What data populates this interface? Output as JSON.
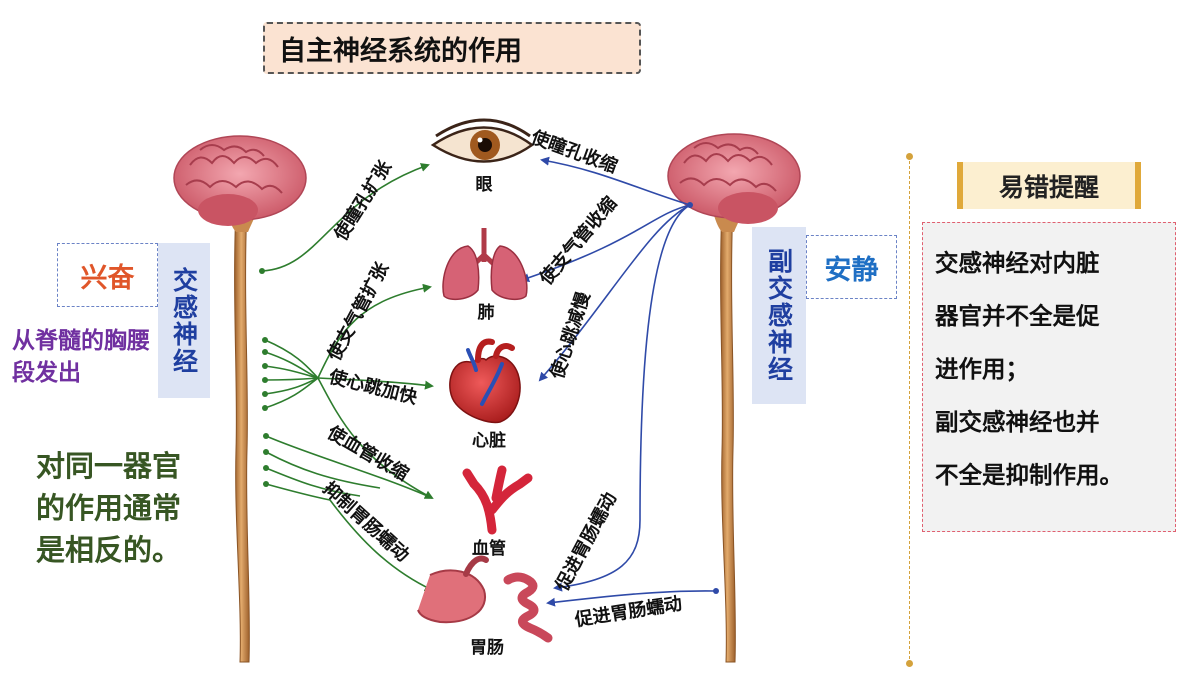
{
  "title": "自主神经系统的作用",
  "sympathetic": {
    "label": "交感神经",
    "state": "兴奋",
    "origin": "从脊髓的胸腰段发出"
  },
  "parasympathetic": {
    "label": "副交感神经",
    "state": "安静"
  },
  "note": "对同一器官的作用通常是相反的。",
  "organs": {
    "eye": "眼",
    "lung": "肺",
    "heart": "心脏",
    "vessel": "血管",
    "stomach": "胃肠"
  },
  "sympathetic_effects": {
    "eye": "使瞳孔扩张",
    "lung": "使支气管扩张",
    "heart": "使心跳加快",
    "vessel": "使血管收缩",
    "stomach": "抑制胃肠蠕动"
  },
  "parasympathetic_effects": {
    "eye": "使瞳孔收缩",
    "lung": "使支气管收缩",
    "heart": "使心跳减慢",
    "stomach_upper": "促进胃肠蠕动",
    "stomach_lower": "促进胃肠蠕动"
  },
  "tip": {
    "title": "易错提醒",
    "lines": [
      "交感神经对内脏",
      "器官并不全是促",
      "进作用；",
      "副交感神经也并",
      "不全是抑制作用。"
    ]
  },
  "colors": {
    "sympathetic_line": "#2e7d2e",
    "parasympathetic_line": "#2f4aa8",
    "excite": "#e0562a",
    "calm": "#1f6fc4",
    "brain": "#e07a86",
    "spine": "#c98a4e"
  }
}
